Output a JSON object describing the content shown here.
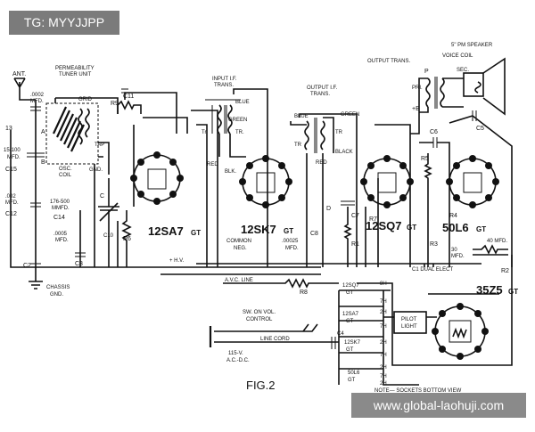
{
  "watermarks": {
    "top_left": "TG: MYYJJPP",
    "bottom_right": "www.global-laohuji.com"
  },
  "figure": {
    "caption": "FIG.2"
  },
  "tubes": {
    "t1": "12SA7",
    "t1_suffix": "GT",
    "t2": "12SK7",
    "t2_suffix": "GT",
    "t3": "12SQ7",
    "t3_suffix": "GT",
    "t4": "50L6",
    "t4_suffix": "GT",
    "t5": "35Z5",
    "t5_suffix": "GT"
  },
  "labels": {
    "ant": "ANT.",
    "c1a": ".0002",
    "c1b": "MFD.",
    "tuner1": "PERMEABILITY",
    "tuner2": "TUNER UNIT",
    "grid": "GRID",
    "c13": "13",
    "r9": "R9",
    "c11": "C11",
    "c15a": "15-100",
    "c15b": "MFD.",
    "c15": "C15",
    "a": "A",
    "b": "B",
    "osc1": "OSC.",
    "osc2": "COIL",
    "tap": "TAP",
    "gnd": "GND.",
    "c002a": ".002",
    "c002b": "MFD.",
    "c12": "C12",
    "c176a": "176-500",
    "c176b": "MMFD.",
    "c14": "C14",
    "c0005a": ".0005",
    "c0005b": "MFD.",
    "c_cap": "C",
    "c10": "C10",
    "r6": "R6",
    "c2": "C2",
    "c3": "C3",
    "chassis1": "CHASSIS",
    "chassis2": "GND.",
    "input_if1": "INPUT I.F.",
    "input_if2": "TRANS.",
    "blue": "BLUE",
    "green": "GREEN",
    "tr": "Tr",
    "tr2": "TR.",
    "red": "RED",
    "blk": "BLK.",
    "output_if1": "OUTPUT I.F.",
    "output_if2": "TRANS.",
    "blue2": "BLUE",
    "green2": "GREEN",
    "tr3": "TR",
    "tr4": "TR",
    "red2": "RED",
    "black": "BLACK",
    "common1": "COMMON",
    "common2": "NEG.",
    "c00025a": ".00025",
    "c00025b": "MFD.",
    "c8": "C8",
    "d": "D",
    "c7": "C7",
    "r1": "R1",
    "r7": "R7",
    "hv": "+ H.V.",
    "avc": "A.V.C. LINE",
    "r8": "R8",
    "output_trans": "OUTPUT TRANS.",
    "speaker": "5\" PM SPEAKER",
    "voice_coil": "VOICE COIL",
    "p": "P",
    "pri": "PRI.",
    "sec": "SEC.",
    "plus_b": "+B",
    "c6": "C6",
    "c5": "C5",
    "r5": "R5",
    "r3": "R3",
    "r4": "R4",
    "mfd30": "30",
    "mfd30b": "MFD.",
    "mfd40": "40 MFD.",
    "c1_dual": "C1 DUAL ELECT",
    "r2": "R2",
    "sw1": "SW. ON VOL.",
    "sw2": "CONTROL",
    "line_cord": "LINE CORD",
    "v115a": "115-V.",
    "v115b": "A.C.-D.C.",
    "c4": "C4",
    "pilot1": "PILOT",
    "pilot2": "LIGHT",
    "h8": "8H",
    "h7a": "7H",
    "h2a": "2H",
    "h7b": "7H",
    "h2b": "2H",
    "h7c": "7H",
    "h2c": "2H",
    "h7d": "7H",
    "h2d": "2H",
    "sq7_1": "12SQ7",
    "sq7_2": "GT",
    "sa7_1": "12SA7",
    "sa7_2": "GT",
    "sk7_1": "12SK7",
    "sk7_2": "GT",
    "l6_1": "50L6",
    "l6_2": "GT",
    "note": "NOTE— SOCKETS BOTTOM VIEW"
  }
}
